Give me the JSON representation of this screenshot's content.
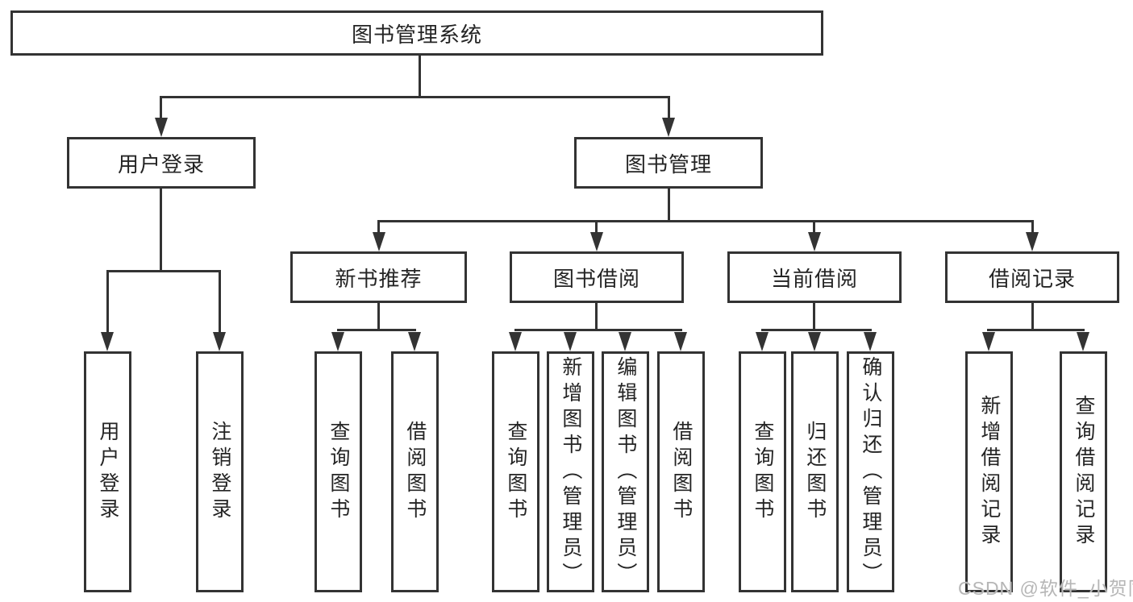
{
  "diagram": {
    "root": "图书管理系统",
    "level2": [
      "用户登录",
      "图书管理"
    ],
    "level3": [
      "新书推荐",
      "图书借阅",
      "当前借阅",
      "借阅记录"
    ],
    "leaves": {
      "user_login": [
        "用户登录",
        "注销登录"
      ],
      "new_books": [
        "查询图书",
        "借阅图书"
      ],
      "book_borrow": [
        "查询图书",
        "新增图书（管理员）",
        "编辑图书（管理员）",
        "借阅图书"
      ],
      "current_borrow": [
        "查询图书",
        "归还图书",
        "确认归还（管理员）"
      ],
      "borrow_records": [
        "新增借阅记录",
        "查询借阅记录"
      ]
    },
    "watermark": "CSDN @软件_小贺同学"
  },
  "colors": {
    "line": "#333333",
    "text": "#242424",
    "watermark": "#b6b6b6",
    "background": "#ffffff"
  }
}
